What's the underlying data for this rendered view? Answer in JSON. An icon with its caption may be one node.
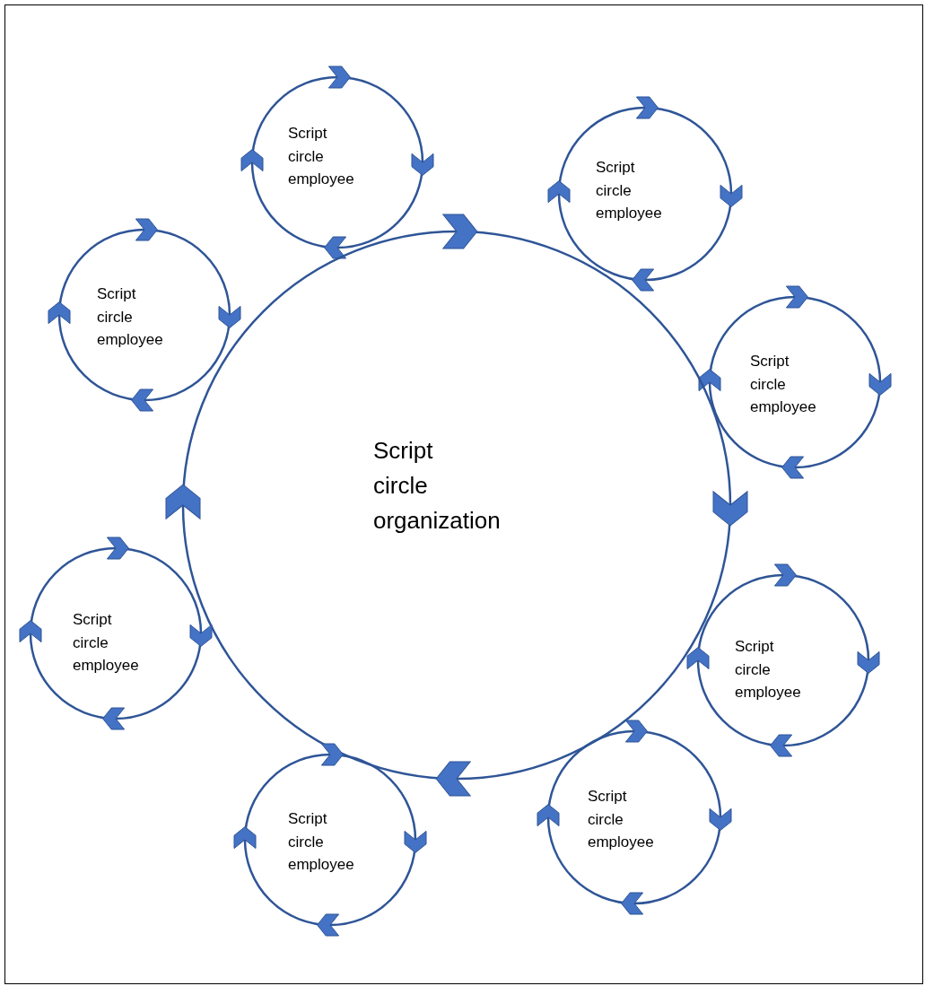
{
  "diagram": {
    "nodes": [
      {
        "text": [
          "Script circle employee"
        ]
      },
      {
        "text": [
          "Script circle employee"
        ]
      },
      {
        "text": [
          "Script circle employee"
        ]
      },
      {
        "text": [
          "Script circle employee"
        ]
      },
      {
        "text": [
          "Script circle organization"
        ]
      },
      {
        "text": [
          "Script circle employee"
        ]
      },
      {
        "text": [
          "Script circle employee"
        ]
      },
      {
        "text": [
          "Script circle employee"
        ]
      },
      {
        "text": [
          "Script circle employee"
        ]
      }
    ]
  }
}
